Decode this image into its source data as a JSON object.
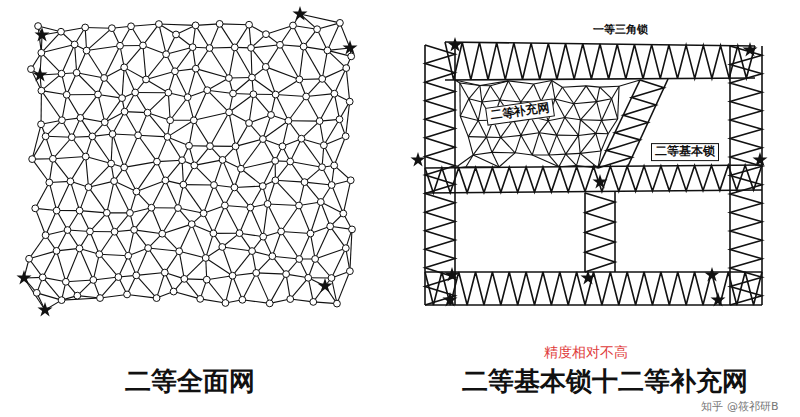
{
  "diagram": {
    "labels": [
      "一等三角锁",
      "二等补充网",
      "二等基本锁",
      "精度相对不高",
      "二等全面网",
      "二等基本锁十二等补充网",
      "知乎 @筱祁研B"
    ]
  }
}
